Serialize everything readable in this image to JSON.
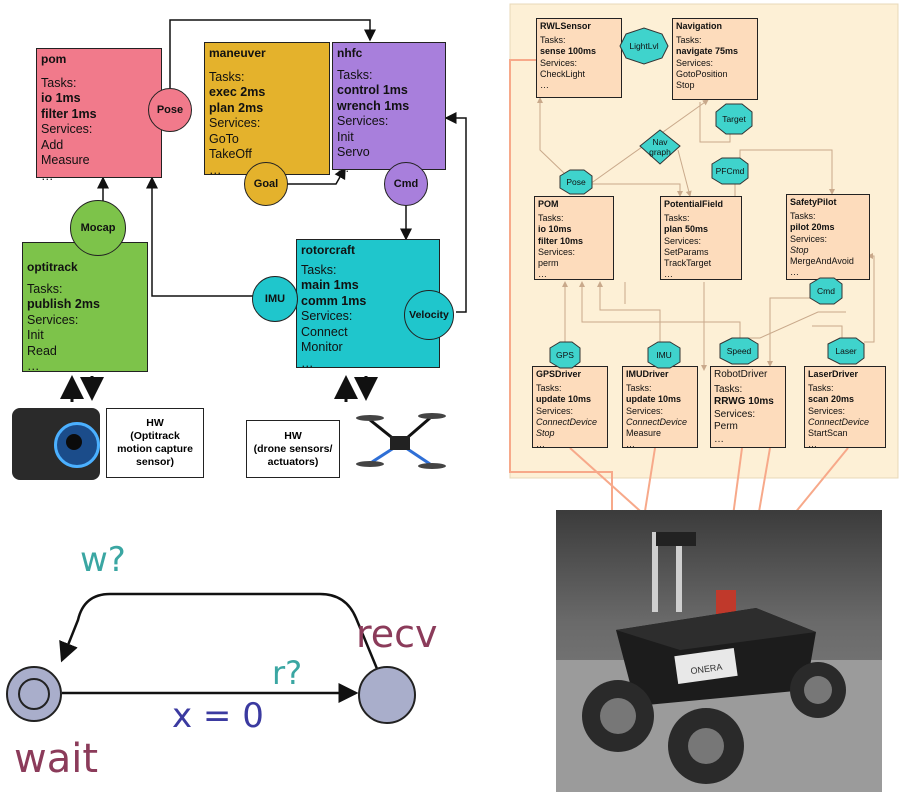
{
  "left_diagram": {
    "pom": {
      "title": "pom",
      "lines": [
        "Tasks:",
        "io 1ms",
        "filter 1ms",
        "Services:",
        "Add",
        "Measure",
        "…"
      ],
      "color": "#f17a8b"
    },
    "maneuver": {
      "title": "maneuver",
      "lines": [
        "Tasks:",
        "exec 2ms",
        "plan 2ms",
        "Services:",
        "GoTo",
        "TakeOff",
        "…"
      ],
      "color": "#e4b22c"
    },
    "nhfc": {
      "title": "nhfc",
      "lines": [
        "Tasks:",
        "control 1ms",
        "wrench 1ms",
        "Services:",
        "Init",
        "Servo",
        "…"
      ],
      "color": "#a87fdc"
    },
    "optitrack": {
      "title": "optitrack",
      "lines": [
        "Tasks:",
        "publish 2ms",
        "Services:",
        "Init",
        "Read",
        "…"
      ],
      "color": "#7dc34a"
    },
    "rotorcraft": {
      "title": "rotorcraft",
      "lines": [
        "Tasks:",
        "main 1ms",
        "comm 1ms",
        "Services:",
        "Connect",
        "Monitor",
        "…"
      ],
      "color": "#1fc6cc"
    },
    "ports": {
      "pose": "Pose",
      "goal": "Goal",
      "cmd": "Cmd",
      "mocap": "Mocap",
      "imu": "IMU",
      "velocity": "Velocity"
    },
    "hw1": "HW\n(Optitrack\nmotion capture\nsensor)",
    "hw2": "HW\n(drone sensors/\nactuators)",
    "hw1_lines": [
      "HW",
      "(Optitrack",
      "motion capture",
      "sensor)"
    ],
    "hw2_lines": [
      "HW",
      "(drone sensors/",
      "actuators)"
    ]
  },
  "right_diagram": {
    "rwlsensor": {
      "title": "RWLSensor",
      "lines": [
        "Tasks:",
        "sense 100ms",
        "Services:",
        "CheckLight",
        "…"
      ]
    },
    "navigation": {
      "title": "Navigation",
      "lines": [
        "Tasks:",
        "navigate 75ms",
        "Services:",
        "GotoPosition",
        "Stop"
      ]
    },
    "pom": {
      "title": "POM",
      "lines": [
        "Tasks:",
        "io 10ms",
        "filter 10ms",
        "Services:",
        "perm",
        "…"
      ]
    },
    "potentialfield": {
      "title": "PotentialField",
      "lines": [
        "Tasks:",
        "plan 50ms",
        "Services:",
        "SetParams",
        "TrackTarget",
        "…"
      ]
    },
    "safetypilot": {
      "title": "SafetyPilot",
      "lines": [
        "Tasks:",
        "pilot 20ms",
        "Services:",
        "Stop",
        "MergeAndAvoid",
        "…"
      ]
    },
    "gpsdriver": {
      "title": "GPSDriver",
      "lines": [
        "Tasks:",
        "update 10ms",
        "Services:",
        "ConnectDevice",
        "Stop",
        "…"
      ]
    },
    "imudriver": {
      "title": "IMUDriver",
      "lines": [
        "Tasks:",
        "update 10ms",
        "Services:",
        "ConnectDevice",
        "Measure",
        "…"
      ]
    },
    "robotdriver": {
      "title": "RobotDriver",
      "lines": [
        "Tasks:",
        "RRWG 10ms",
        "Services:",
        "Perm",
        "…"
      ]
    },
    "laserdriver": {
      "title": "LaserDriver",
      "lines": [
        "Tasks:",
        "scan 20ms",
        "Services:",
        "ConnectDevice",
        "StartScan",
        "…"
      ]
    },
    "ports": {
      "lightlvl": "LightLvl",
      "target": "Target",
      "navgraph_1": "Nav",
      "navgraph_2": "graph",
      "pose": "Pose",
      "pfcmd": "PFCmd",
      "cmd": "Cmd",
      "gps": "GPS",
      "imu": "IMU",
      "speed": "Speed",
      "laser": "Laser"
    }
  },
  "automaton": {
    "label_w": "w?",
    "label_recv": "recv",
    "label_r": "r?",
    "label_x": "x = 0",
    "label_wait": "wait"
  },
  "photo": {
    "brand": "ONERA"
  }
}
